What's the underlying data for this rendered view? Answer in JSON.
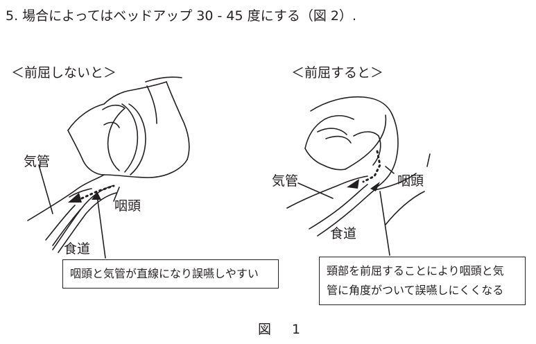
{
  "heading": "5. 場合によってはベッドアップ 30 - 45 度にする（図 2）.",
  "left_panel": {
    "label": "＜前屈しないと＞",
    "trachea": "気管",
    "pharynx": "咽頭",
    "esophagus": "食道",
    "note": "咽頭と気管が直線になり誤嚥しやすい"
  },
  "right_panel": {
    "label": "＜前屈すると＞",
    "trachea": "気管",
    "pharynx": "咽頭",
    "esophagus": "食道",
    "note_line1": "頸部を前屈することにより咽頭と気",
    "note_line2": "管に角度がついて誤嚥しにくくなる"
  },
  "caption": "図 1"
}
